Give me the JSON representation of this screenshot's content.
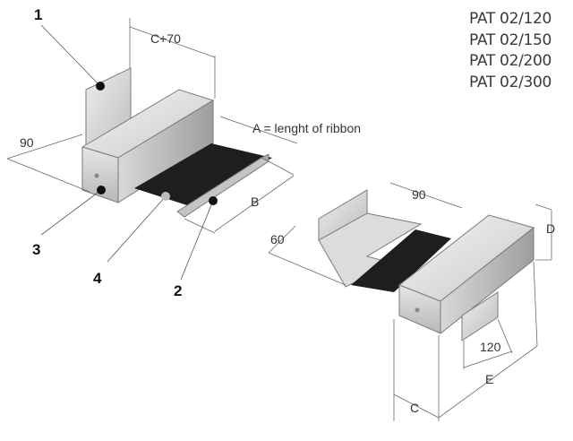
{
  "models": [
    "PAT 02/120",
    "PAT 02/150",
    "PAT 02/200",
    "PAT 02/300"
  ],
  "callouts": [
    "1",
    "2",
    "3",
    "4"
  ],
  "dimensions": {
    "c_plus_70": "C+70",
    "a_ribbon": "A = lenght of ribbon",
    "b": "B",
    "w90_left": "90",
    "w90_right": "90",
    "w60": "60",
    "d": "D",
    "w120": "120",
    "e": "E",
    "c": "C"
  }
}
